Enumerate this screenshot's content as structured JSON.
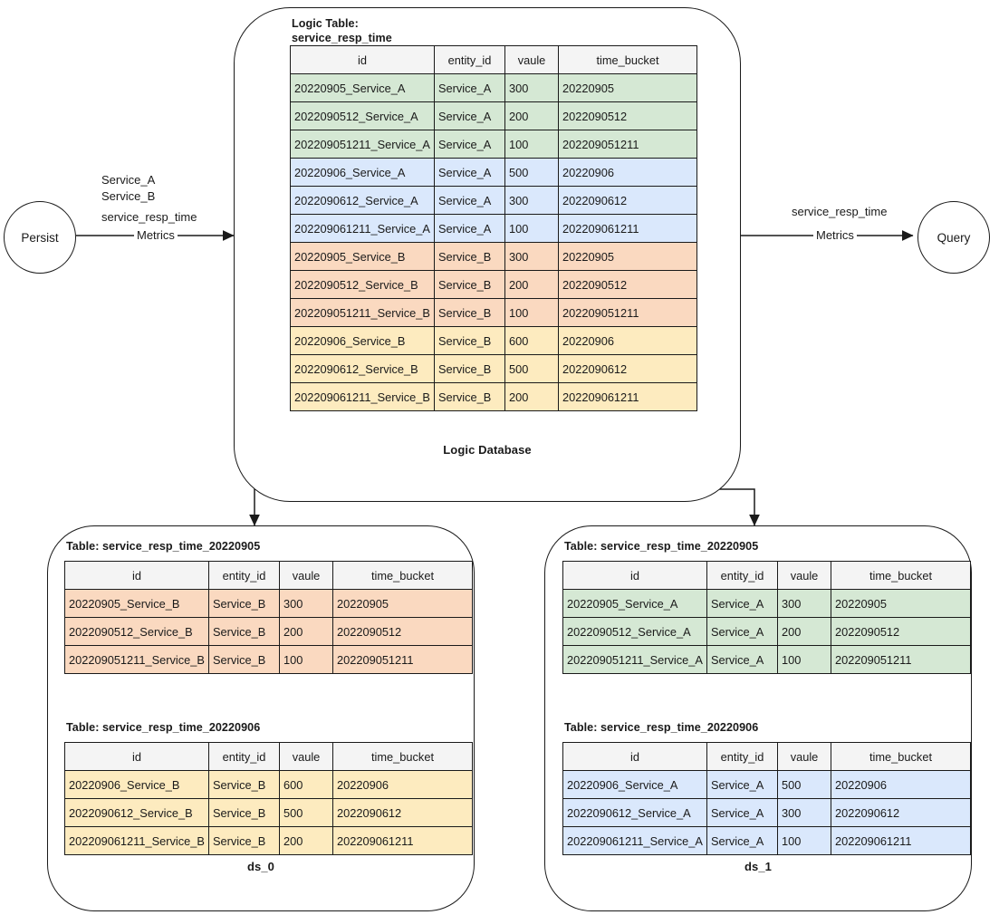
{
  "nodes": {
    "persist": "Persist",
    "query": "Query"
  },
  "edges": {
    "persist_in": {
      "services": "Service_A\nService_B",
      "metric_name": "service_resp_time",
      "on_line": "Metrics"
    },
    "query_out": {
      "metric_name": "service_resp_time",
      "on_line": "Metrics"
    }
  },
  "logic_database": {
    "caption": "Logic Database",
    "table": {
      "title": "Logic Table:\nservice_resp_time",
      "columns": [
        "id",
        "entity_id",
        "vaule",
        "time_bucket"
      ],
      "rows": [
        {
          "id": "20220905_Service_A",
          "entity_id": "Service_A",
          "vaule": "300",
          "time_bucket": "20220905",
          "color": "#d5e8d4"
        },
        {
          "id": "2022090512_Service_A",
          "entity_id": "Service_A",
          "vaule": "200",
          "time_bucket": "2022090512",
          "color": "#d5e8d4"
        },
        {
          "id": "202209051211_Service_A",
          "entity_id": "Service_A",
          "vaule": "100",
          "time_bucket": "202209051211",
          "color": "#d5e8d4"
        },
        {
          "id": "20220906_Service_A",
          "entity_id": "Service_A",
          "vaule": "500",
          "time_bucket": "20220906",
          "color": "#dae8fc"
        },
        {
          "id": "2022090612_Service_A",
          "entity_id": "Service_A",
          "vaule": "300",
          "time_bucket": "2022090612",
          "color": "#dae8fc"
        },
        {
          "id": "202209061211_Service_A",
          "entity_id": "Service_A",
          "vaule": "100",
          "time_bucket": "202209061211",
          "color": "#dae8fc"
        },
        {
          "id": "20220905_Service_B",
          "entity_id": "Service_B",
          "vaule": "300",
          "time_bucket": "20220905",
          "color": "#fad9c0"
        },
        {
          "id": "2022090512_Service_B",
          "entity_id": "Service_B",
          "vaule": "200",
          "time_bucket": "2022090512",
          "color": "#fad9c0"
        },
        {
          "id": "202209051211_Service_B",
          "entity_id": "Service_B",
          "vaule": "100",
          "time_bucket": "202209051211",
          "color": "#fad9c0"
        },
        {
          "id": "20220906_Service_B",
          "entity_id": "Service_B",
          "vaule": "600",
          "time_bucket": "20220906",
          "color": "#fdebbf"
        },
        {
          "id": "2022090612_Service_B",
          "entity_id": "Service_B",
          "vaule": "500",
          "time_bucket": "2022090612",
          "color": "#fdebbf"
        },
        {
          "id": "202209061211_Service_B",
          "entity_id": "Service_B",
          "vaule": "200",
          "time_bucket": "202209061211",
          "color": "#fdebbf"
        }
      ]
    }
  },
  "datasources": [
    {
      "caption": "ds_0",
      "tables": [
        {
          "title": "Table: service_resp_time_20220905",
          "columns": [
            "id",
            "entity_id",
            "vaule",
            "time_bucket"
          ],
          "rows": [
            {
              "id": "20220905_Service_B",
              "entity_id": "Service_B",
              "vaule": "300",
              "time_bucket": "20220905",
              "color": "#fad9c0"
            },
            {
              "id": "2022090512_Service_B",
              "entity_id": "Service_B",
              "vaule": "200",
              "time_bucket": "2022090512",
              "color": "#fad9c0"
            },
            {
              "id": "202209051211_Service_B",
              "entity_id": "Service_B",
              "vaule": "100",
              "time_bucket": "202209051211",
              "color": "#fad9c0"
            }
          ]
        },
        {
          "title": "Table: service_resp_time_20220906",
          "columns": [
            "id",
            "entity_id",
            "vaule",
            "time_bucket"
          ],
          "rows": [
            {
              "id": "20220906_Service_B",
              "entity_id": "Service_B",
              "vaule": "600",
              "time_bucket": "20220906",
              "color": "#fdebbf"
            },
            {
              "id": "2022090612_Service_B",
              "entity_id": "Service_B",
              "vaule": "500",
              "time_bucket": "2022090612",
              "color": "#fdebbf"
            },
            {
              "id": "202209061211_Service_B",
              "entity_id": "Service_B",
              "vaule": "200",
              "time_bucket": "202209061211",
              "color": "#fdebbf"
            }
          ]
        }
      ]
    },
    {
      "caption": "ds_1",
      "tables": [
        {
          "title": "Table: service_resp_time_20220905",
          "columns": [
            "id",
            "entity_id",
            "vaule",
            "time_bucket"
          ],
          "rows": [
            {
              "id": "20220905_Service_A",
              "entity_id": "Service_A",
              "vaule": "300",
              "time_bucket": "20220905",
              "color": "#d5e8d4"
            },
            {
              "id": "2022090512_Service_A",
              "entity_id": "Service_A",
              "vaule": "200",
              "time_bucket": "2022090512",
              "color": "#d5e8d4"
            },
            {
              "id": "202209051211_Service_A",
              "entity_id": "Service_A",
              "vaule": "100",
              "time_bucket": "202209051211",
              "color": "#d5e8d4"
            }
          ]
        },
        {
          "title": "Table: service_resp_time_20220906",
          "columns": [
            "id",
            "entity_id",
            "vaule",
            "time_bucket"
          ],
          "rows": [
            {
              "id": "20220906_Service_A",
              "entity_id": "Service_A",
              "vaule": "500",
              "time_bucket": "20220906",
              "color": "#dae8fc"
            },
            {
              "id": "2022090612_Service_A",
              "entity_id": "Service_A",
              "vaule": "300",
              "time_bucket": "2022090612",
              "color": "#dae8fc"
            },
            {
              "id": "202209061211_Service_A",
              "entity_id": "Service_A",
              "vaule": "100",
              "time_bucket": "202209061211",
              "color": "#dae8fc"
            }
          ]
        }
      ]
    }
  ]
}
